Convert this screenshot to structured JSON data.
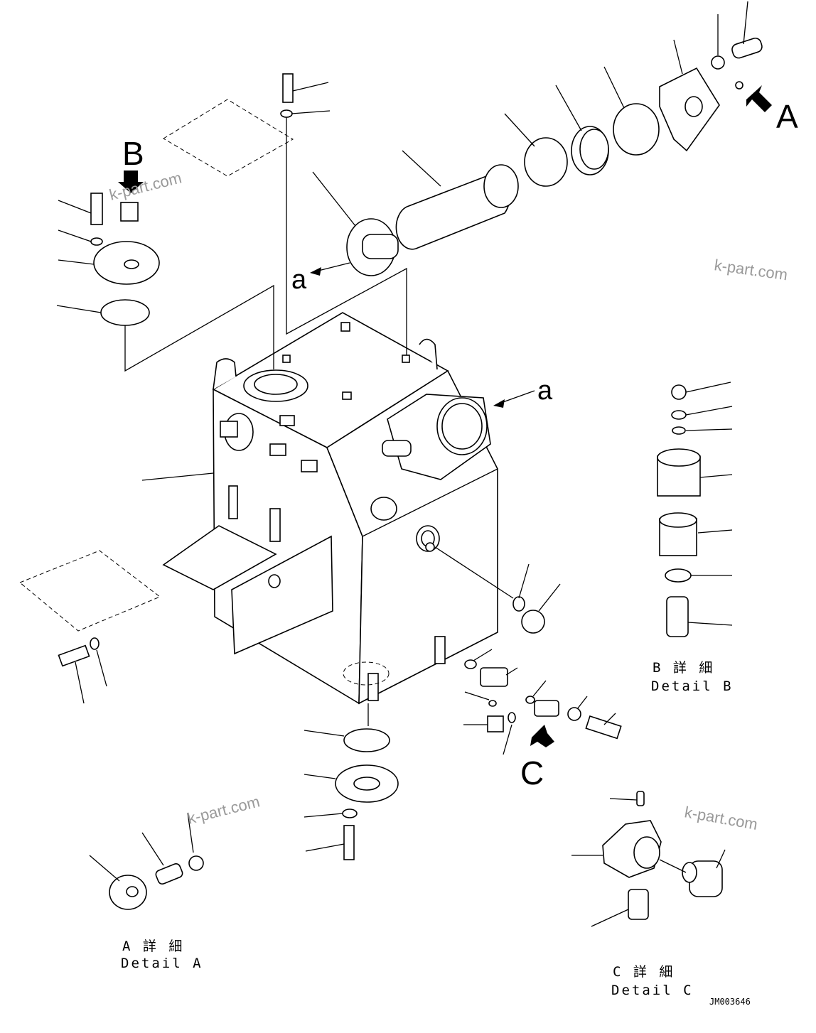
{
  "view_labels": {
    "A": "A",
    "B": "B",
    "C": "C",
    "a_right": "a",
    "a_left": "a"
  },
  "details": {
    "A": {
      "jp": "A 詳 細",
      "en": "Detail A"
    },
    "B": {
      "jp": "B 詳 細",
      "en": "Detail B"
    },
    "C": {
      "jp": "C 詳 細",
      "en": "Detail C"
    }
  },
  "watermarks": [
    "k-part.com",
    "k-part.com",
    "k-part.com",
    "k-part.com"
  ],
  "drawing_code": "JM003646",
  "colors": {
    "line": "#000000",
    "watermark": "#9a9a9a",
    "background": "#ffffff"
  }
}
